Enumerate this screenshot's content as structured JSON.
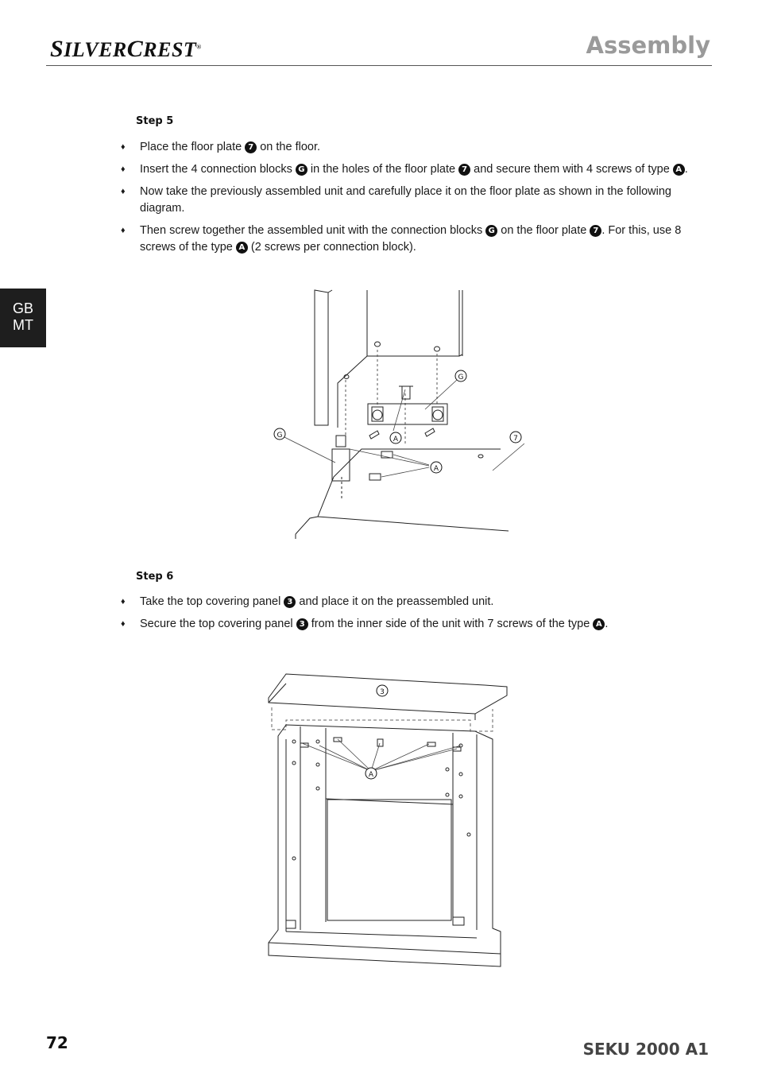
{
  "header": {
    "brand_first": "S",
    "brand_mid": "ILVER",
    "brand_second": "C",
    "brand_end": "REST",
    "brand_registered": "®",
    "page_title": "Assembly"
  },
  "side_tab": {
    "line1": "GB",
    "line2": "MT"
  },
  "step5": {
    "heading": "Step 5",
    "bullets": [
      {
        "a": "Place the floor plate ",
        "b1": "7",
        "c": " on the floor."
      },
      {
        "a": "Insert the 4 connection blocks ",
        "b1": "G",
        "c": " in the holes of the floor plate ",
        "b2": "7",
        "d": " and secure them with 4 screws of type ",
        "b3": "A",
        "e": "."
      },
      {
        "a": "Now take the previously assembled unit and carefully place it on the floor plate as shown in the following diagram."
      },
      {
        "a": "Then screw together the assembled unit with the connection blocks ",
        "b1": "G",
        "c": " on the floor plate ",
        "b2": "7",
        "d": ". For this, use 8 screws of the type ",
        "b3": "A",
        "e": " (2 screws per connection block)."
      }
    ],
    "figure_labels": {
      "g_top": "G",
      "g_left": "G",
      "plate": "7",
      "a_mid": "A",
      "a_bottom": "A"
    }
  },
  "step6": {
    "heading": "Step 6",
    "bullets": [
      {
        "a": "Take the top covering panel ",
        "b1": "3",
        "c": " and place it on the preassembled unit."
      },
      {
        "a": "Secure the top covering panel ",
        "b1": "3",
        "c": " from the inner side of the unit with 7 screws of the type ",
        "b2": "A",
        "d": "."
      }
    ],
    "figure_labels": {
      "panel": "3",
      "screws": "A"
    }
  },
  "footer": {
    "page_number": "72",
    "model": "SEKU 2000 A1"
  }
}
